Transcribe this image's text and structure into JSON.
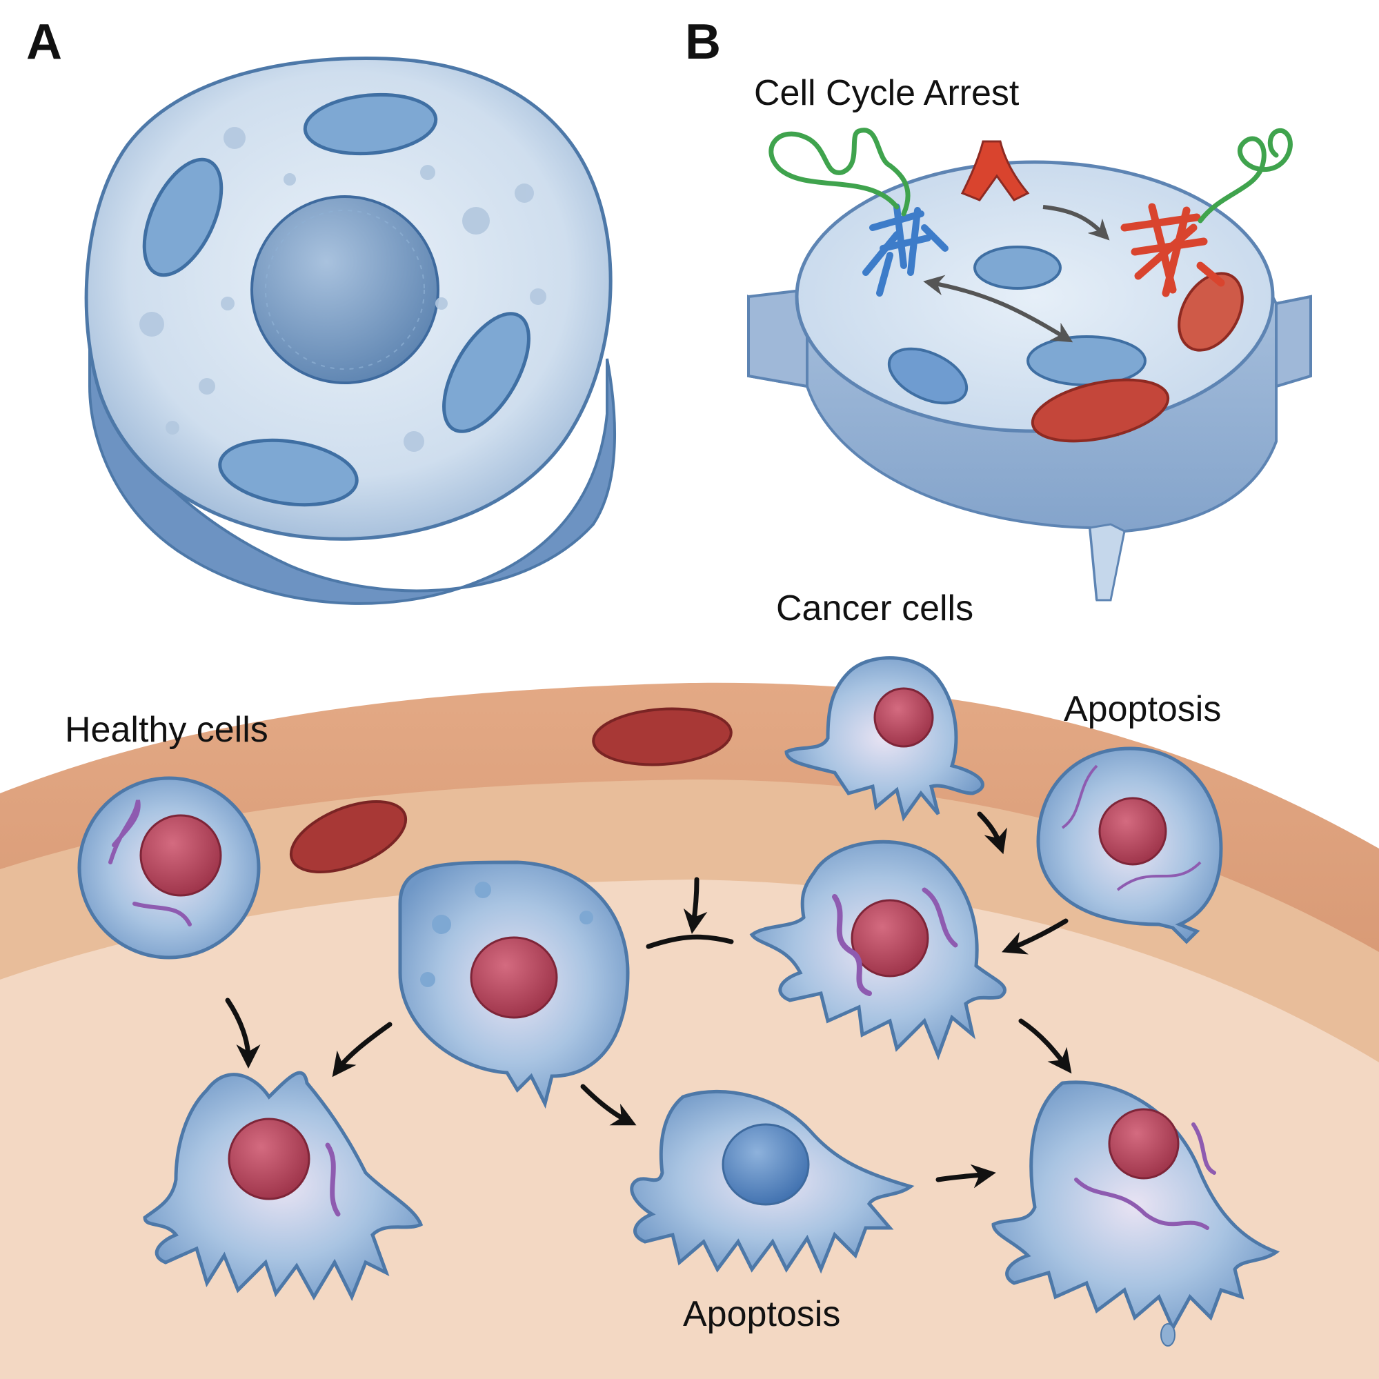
{
  "panels": {
    "a": {
      "letter": "A"
    },
    "b": {
      "letter": "B",
      "title": "Cell Cycle Arrest"
    }
  },
  "labels": {
    "cancer_cells": "Cancer cells",
    "healthy_cells": "Healthy cells",
    "apoptosis_top": "Apoptosis",
    "apoptosis_bottom": "Apoptosis"
  },
  "colors": {
    "cell_blue": "#8fb0d4",
    "cell_blue_dark": "#4d78a8",
    "cytoplasm": "#dbe7f3",
    "organelle_blue": "#5f8fc0",
    "nucleus_red": "#b8485e",
    "rbc_red": "#a83836",
    "tissue_tan": "#d99f78",
    "tissue_inner": "#f3d8c3",
    "chromatin_purple": "#8e5bb0",
    "strand_green": "#3fa34d",
    "chromosome_blue": "#3d7cc9",
    "chromosome_red": "#d9442e",
    "arrow": "#111111"
  }
}
